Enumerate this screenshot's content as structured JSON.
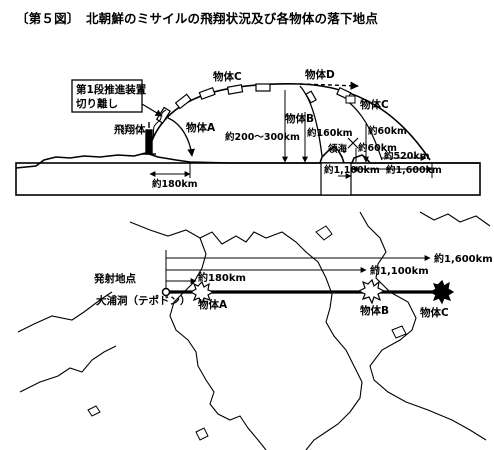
{
  "figure_title": "〔第５図〕　北朝鮮のミサイルの飛翔状況及び各物体の落下地点",
  "profile": {
    "callout": [
      "第1段推進装置",
      "切り離し"
    ],
    "missile_label": "飛翔体",
    "objects": {
      "a": "物体A",
      "b": "物体B",
      "c": "物体C",
      "c2": "物体C",
      "d": "物体D"
    },
    "altitudes": {
      "main": "約200～300km",
      "b": "約160km",
      "c": "約60km",
      "c2": "約60km"
    },
    "place": "領海",
    "distances": {
      "a": "約180km",
      "b": "約1,100km",
      "c": "約520km",
      "d": "約1,600km"
    }
  },
  "map": {
    "launch_label": "発射地点",
    "launch_site": "大浦洞（テポドン）",
    "distances": {
      "a": "約180km",
      "b": "約1,100km",
      "c": "約1,600km"
    },
    "objects": {
      "a": "物体A",
      "b": "物体B",
      "c": "物体C"
    }
  }
}
